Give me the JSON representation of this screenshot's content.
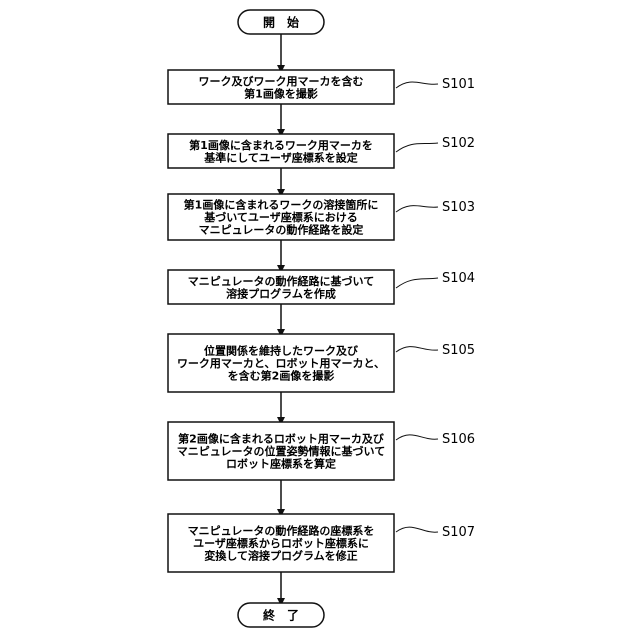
{
  "flowchart": {
    "start": "開　始",
    "end": "終　了",
    "steps": [
      {
        "id": "S101",
        "lines": [
          "ワーク及びワーク用マーカを含む",
          "第1画像を撮影"
        ]
      },
      {
        "id": "S102",
        "lines": [
          "第1画像に含まれるワーク用マーカを",
          "基準にしてユーザ座標系を設定"
        ]
      },
      {
        "id": "S103",
        "lines": [
          "第1画像に含まれるワークの溶接箇所に",
          "基づいてユーザ座標系における",
          "マニピュレータの動作経路を設定"
        ]
      },
      {
        "id": "S104",
        "lines": [
          "マニピュレータの動作経路に基づいて",
          "溶接プログラムを作成"
        ]
      },
      {
        "id": "S105",
        "lines": [
          "位置関係を維持したワーク及び",
          "ワーク用マーカと、ロボット用マーカと、",
          "を含む第2画像を撮影"
        ]
      },
      {
        "id": "S106",
        "lines": [
          "第2画像に含まれるロボット用マーカ及び",
          "マニピュレータの位置姿勢情報に基づいて",
          "ロボット座標系を算定"
        ]
      },
      {
        "id": "S107",
        "lines": [
          "マニピュレータの動作経路の座標系を",
          "ユーザ座標系からロボット座標系に",
          "変換して溶接プログラムを修正"
        ]
      }
    ]
  }
}
